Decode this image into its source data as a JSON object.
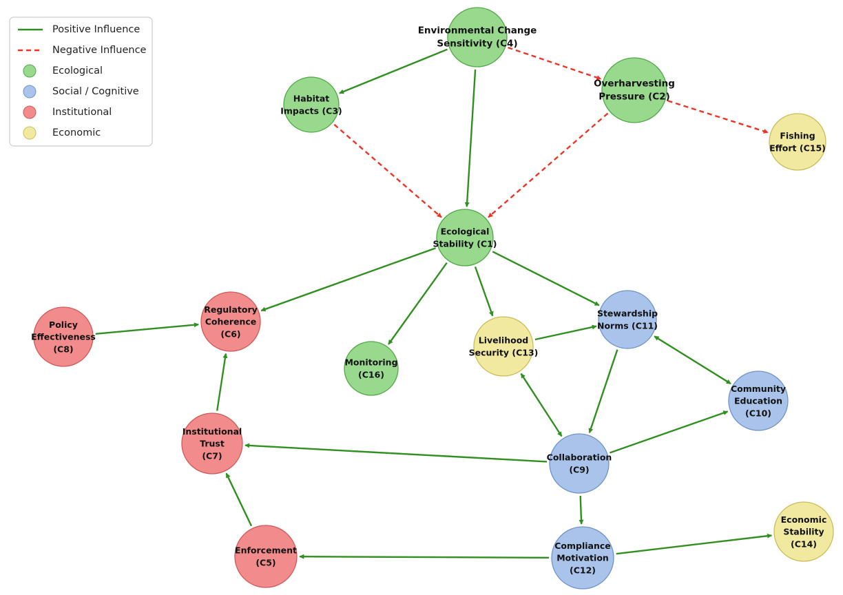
{
  "legend": {
    "items": [
      {
        "kind": "line",
        "style": "positive",
        "label": "Positive Influence"
      },
      {
        "kind": "line",
        "style": "negative",
        "label": "Negative Influence"
      },
      {
        "kind": "dot",
        "group": "ecological",
        "label": "Ecological"
      },
      {
        "kind": "dot",
        "group": "social",
        "label": "Social / Cognitive"
      },
      {
        "kind": "dot",
        "group": "institutional",
        "label": "Institutional"
      },
      {
        "kind": "dot",
        "group": "economic",
        "label": "Economic"
      }
    ]
  },
  "colors": {
    "positive": "#2f8f1f",
    "negative": "#ee3326",
    "ecological": {
      "fill": "#98d98e",
      "stroke": "#4fa845"
    },
    "social": {
      "fill": "#a9c3ea",
      "stroke": "#6f93c9"
    },
    "institutional": {
      "fill": "#f28b8b",
      "stroke": "#d05858"
    },
    "economic": {
      "fill": "#f2e9a0",
      "stroke": "#c9bd57"
    }
  },
  "nodes": [
    {
      "id": "C4",
      "group": "ecological",
      "lines": [
        "Environmental Change",
        "Sensitivity (C4)"
      ]
    },
    {
      "id": "C3",
      "group": "ecological",
      "lines": [
        "Habitat",
        "Impacts (C3)"
      ]
    },
    {
      "id": "C2",
      "group": "ecological",
      "lines": [
        "Overharvesting",
        "Pressure (C2)"
      ]
    },
    {
      "id": "C15",
      "group": "economic",
      "lines": [
        "Fishing",
        "Effort (C15)"
      ]
    },
    {
      "id": "C1",
      "group": "ecological",
      "lines": [
        "Ecological",
        "Stability (C1)"
      ]
    },
    {
      "id": "C8",
      "group": "institutional",
      "lines": [
        "Policy",
        "Effectiveness",
        "(C8)"
      ]
    },
    {
      "id": "C6",
      "group": "institutional",
      "lines": [
        "Regulatory",
        "Coherence",
        "(C6)"
      ]
    },
    {
      "id": "C16",
      "group": "ecological",
      "lines": [
        "Monitoring",
        "(C16)"
      ]
    },
    {
      "id": "C13",
      "group": "economic",
      "lines": [
        "Livelihood",
        "Security (C13)"
      ]
    },
    {
      "id": "C11",
      "group": "social",
      "lines": [
        "Stewardship",
        "Norms (C11)"
      ]
    },
    {
      "id": "C10",
      "group": "social",
      "lines": [
        "Community",
        "Education",
        "(C10)"
      ]
    },
    {
      "id": "C7",
      "group": "institutional",
      "lines": [
        "Institutional",
        "Trust",
        "(C7)"
      ]
    },
    {
      "id": "C9",
      "group": "social",
      "lines": [
        "Collaboration",
        "(C9)"
      ]
    },
    {
      "id": "C5",
      "group": "institutional",
      "lines": [
        "Enforcement",
        "(C5)"
      ]
    },
    {
      "id": "C12",
      "group": "social",
      "lines": [
        "Compliance",
        "Motivation",
        "(C12)"
      ]
    },
    {
      "id": "C14",
      "group": "economic",
      "lines": [
        "Economic",
        "Stability",
        "(C14)"
      ]
    }
  ],
  "edges": [
    {
      "from": "C4",
      "to": "C3",
      "sign": "positive"
    },
    {
      "from": "C4",
      "to": "C1",
      "sign": "positive"
    },
    {
      "from": "C4",
      "to": "C2",
      "sign": "negative"
    },
    {
      "from": "C3",
      "to": "C1",
      "sign": "negative"
    },
    {
      "from": "C2",
      "to": "C1",
      "sign": "negative"
    },
    {
      "from": "C2",
      "to": "C15",
      "sign": "negative"
    },
    {
      "from": "C1",
      "to": "C6",
      "sign": "positive"
    },
    {
      "from": "C1",
      "to": "C16",
      "sign": "positive"
    },
    {
      "from": "C1",
      "to": "C13",
      "sign": "positive"
    },
    {
      "from": "C1",
      "to": "C11",
      "sign": "positive"
    },
    {
      "from": "C8",
      "to": "C6",
      "sign": "positive"
    },
    {
      "from": "C7",
      "to": "C6",
      "sign": "positive"
    },
    {
      "from": "C13",
      "to": "C11",
      "sign": "positive"
    },
    {
      "from": "C13",
      "to": "C9",
      "sign": "positive",
      "bidirectional": true
    },
    {
      "from": "C11",
      "to": "C10",
      "sign": "positive",
      "bidirectional": true
    },
    {
      "from": "C11",
      "to": "C9",
      "sign": "positive"
    },
    {
      "from": "C9",
      "to": "C10",
      "sign": "positive"
    },
    {
      "from": "C9",
      "to": "C7",
      "sign": "positive"
    },
    {
      "from": "C9",
      "to": "C12",
      "sign": "positive"
    },
    {
      "from": "C5",
      "to": "C7",
      "sign": "positive"
    },
    {
      "from": "C12",
      "to": "C5",
      "sign": "positive"
    },
    {
      "from": "C12",
      "to": "C14",
      "sign": "positive"
    }
  ]
}
